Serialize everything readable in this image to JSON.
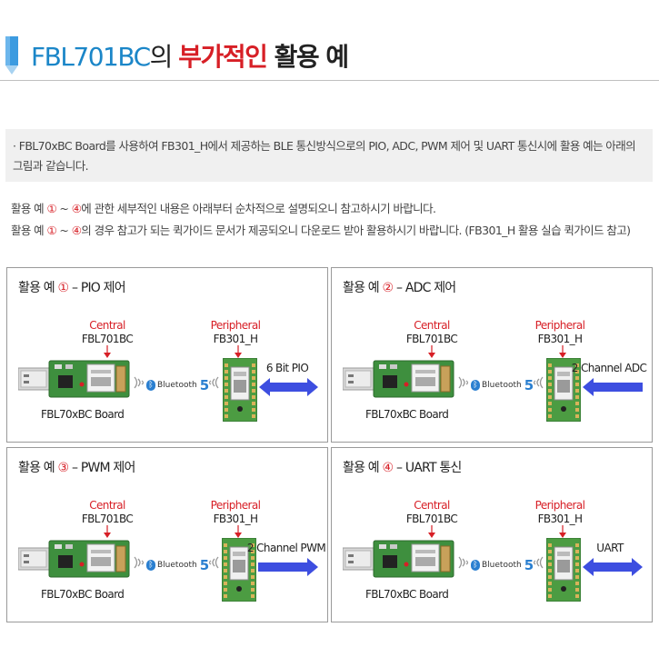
{
  "header": {
    "title_part1": "FBL701BC",
    "title_part2": "의 ",
    "title_part3": "부가적인",
    "title_part4": " 활용 예"
  },
  "note": {
    "text": "· FBL70xBC Board를 사용하여 FB301_H에서 제공하는 BLE 통신방식으로의 PIO, ADC, PWM 제어 및 UART 통신시에 활용 예는 아래의 그림과 같습니다."
  },
  "desc": {
    "line1_pre": "활용 예 ",
    "line1_circ1": "①",
    "line1_tilde": " ~ ",
    "line1_circ2": "④",
    "line1_post": "에 관한 세부적인 내용은 아래부터 순차적으로 설명되오니 참고하시기 바랍니다.",
    "line2_pre": "활용 예 ",
    "line2_circ1": "①",
    "line2_tilde": " ~ ",
    "line2_circ2": "④",
    "line2_post": "의 경우 참고가 되는 퀵가이드 문서가 제공되오니 다운로드 받아 활용하시기 바랍니다.  (FB301_H 활용 실습 퀵가이드 참고)"
  },
  "common": {
    "central_label": "Central",
    "central_model": "FBL701BC",
    "peripheral_label": "Peripheral",
    "peripheral_model": "FB301_H",
    "board_label": "FBL70xBC Board",
    "bt_text": "Bluetooth",
    "bt_version": "5"
  },
  "panels": [
    {
      "title_pre": "활용 예 ",
      "title_circ": "①",
      "title_post": " – PIO 제어",
      "arrow_label": "6 Bit PIO"
    },
    {
      "title_pre": "활용 예 ",
      "title_circ": "②",
      "title_post": " – ADC 제어",
      "arrow_label": "2 Channel ADC"
    },
    {
      "title_pre": "활용 예 ",
      "title_circ": "③",
      "title_post": " – PWM 제어",
      "arrow_label": "2 Channel PWM"
    },
    {
      "title_pre": "활용 예 ",
      "title_circ": "④",
      "title_post": " – UART 통신",
      "arrow_label": "UART"
    }
  ],
  "colors": {
    "brand_blue": "#1b86c8",
    "accent_red": "#d71f26",
    "arrow_blue": "#3d4ee0",
    "bt_blue": "#2a7fd0"
  }
}
